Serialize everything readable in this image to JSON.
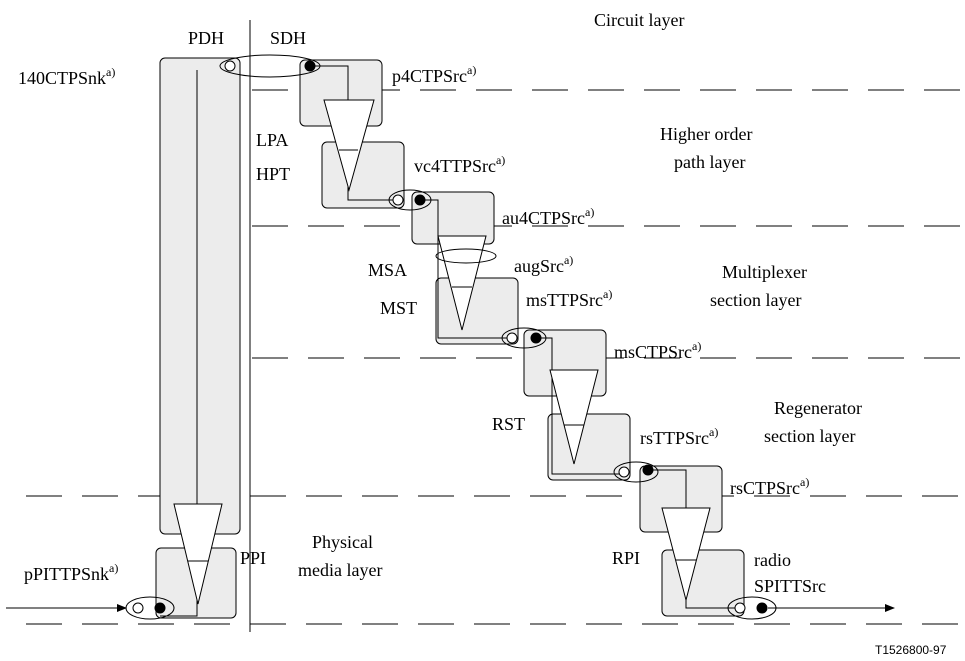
{
  "columns": {
    "pdh": "PDH",
    "sdh": "SDH"
  },
  "layers": {
    "circuit": "Circuit layer",
    "higher_order_1": "Higher order",
    "higher_order_2": "path layer",
    "multiplexer_1": "Multiplexer",
    "multiplexer_2": "section layer",
    "regenerator_1": "Regenerator",
    "regenerator_2": "section layer",
    "physical_1": "Physical",
    "physical_2": "media layer"
  },
  "functions": {
    "lpa": "LPA",
    "hpt": "HPT",
    "msa": "MSA",
    "mst": "MST",
    "rst": "RST",
    "ppi": "PPI",
    "rpi": "RPI"
  },
  "points": {
    "ctp140": "140CTPSnk",
    "p4ctp": "p4CTPSrc",
    "vc4ttp": "vc4TTPSrc",
    "au4ctp": "au4CTPSrc",
    "aug": "augSrc",
    "msttp": "msTTPSrc",
    "msctp": "msCTPSrc",
    "rsttp": "rsTTPSrc",
    "rsctp": "rsCTPSrc",
    "ppittp": "pPITTPSnk",
    "radio": "radio",
    "spittp": "SPITTSrc"
  },
  "note_marker": "a)",
  "figure_code": "T1526800-97"
}
